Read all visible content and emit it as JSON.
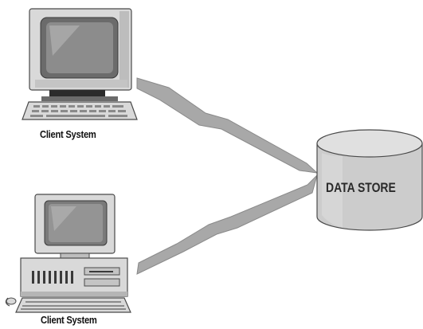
{
  "diagram": {
    "client_top_label": "Client System",
    "client_bottom_label": "Client System",
    "datastore_label": "DATA STORE"
  },
  "colors": {
    "light_gray": "#d9d9d9",
    "mid_gray": "#a6a6a6",
    "dark_gray": "#6b6b6b",
    "outline": "#4a4a4a",
    "bolt_gray": "#a8a8a8"
  }
}
